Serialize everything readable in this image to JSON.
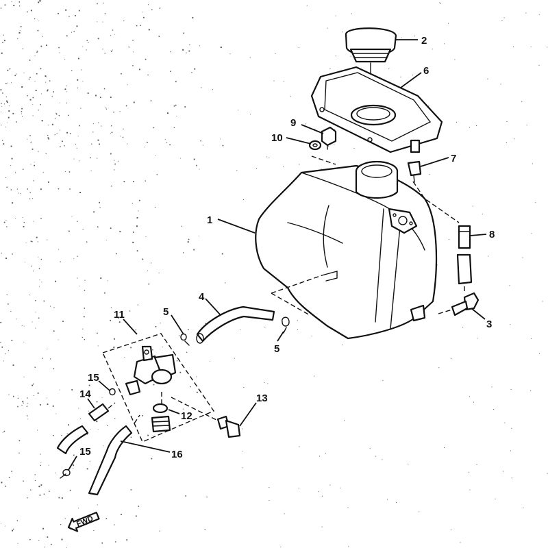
{
  "callouts": {
    "c1": "1",
    "c2": "2",
    "c3": "3",
    "c4": "4",
    "c5a": "5",
    "c5b": "5",
    "c6": "6",
    "c7": "7",
    "c8": "8",
    "c9": "9",
    "c10": "10",
    "c11": "11",
    "c12": "12",
    "c13": "13",
    "c14": "14",
    "c15a": "15",
    "c15b": "15",
    "c16": "16"
  },
  "direction_arrow": {
    "label": "FWD"
  },
  "colors": {
    "ink": "#111111",
    "paper": "#ffffff",
    "speckle": "#555555"
  }
}
